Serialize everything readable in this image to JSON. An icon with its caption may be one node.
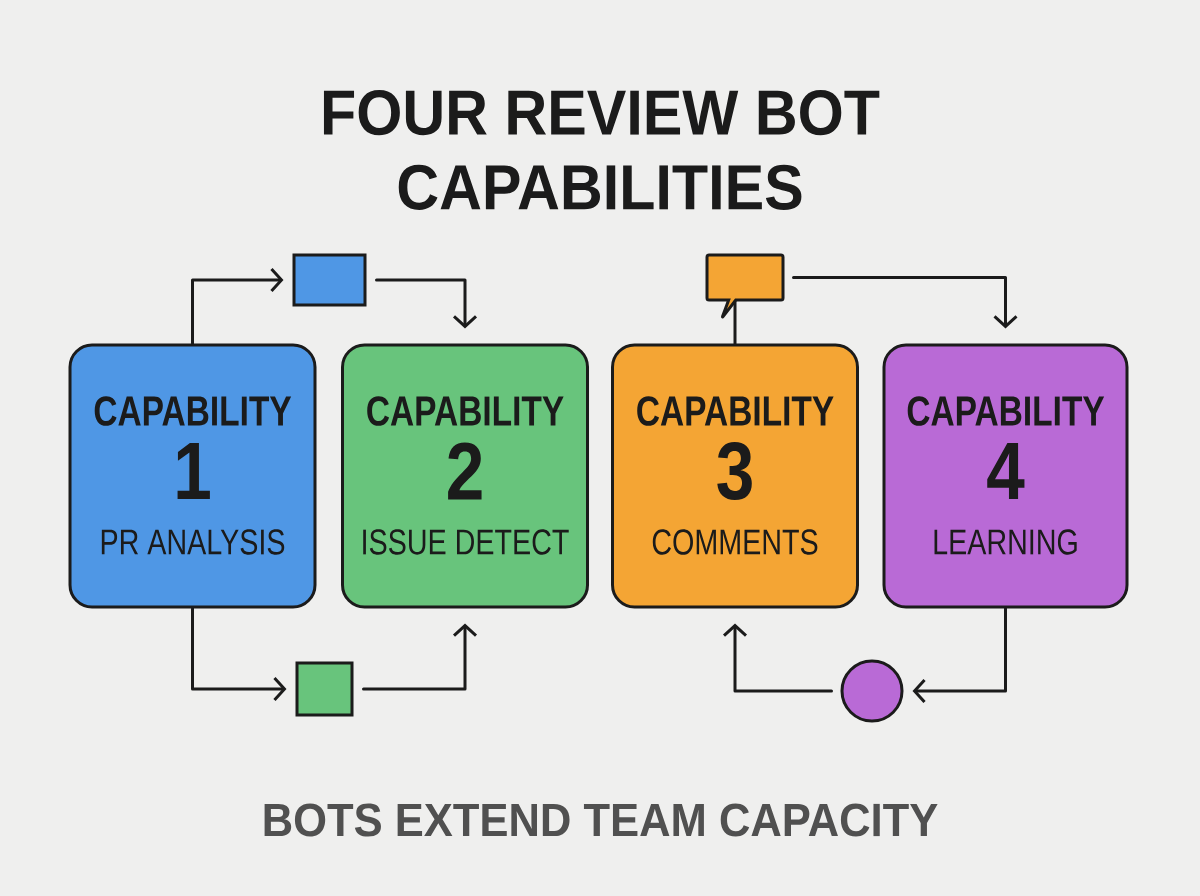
{
  "diagram": {
    "title": "FOUR REVIEW BOT CAPABILITIES",
    "caption": "BOTS EXTEND TEAM CAPACITY",
    "nodes": [
      {
        "text": [
          "CAPABILITY",
          "1",
          "PR ANALYSIS"
        ]
      },
      {
        "text": [
          "CAPABILITY",
          "2",
          "ISSUE DETECT"
        ]
      },
      {
        "text": [
          "CAPABILITY",
          "3",
          "COMMENTS"
        ]
      },
      {
        "text": [
          "CAPABILITY",
          "4",
          "LEARNING"
        ]
      },
      {
        "text": [],
        "shape": "box"
      },
      {
        "text": [],
        "shape": "box"
      },
      {
        "text": [],
        "shape": "bubble"
      },
      {
        "text": [],
        "shape": "circle"
      }
    ],
    "edges": [
      {
        "from": 0,
        "to": 4,
        "arrow": "to"
      },
      {
        "from": 4,
        "to": 1,
        "arrow": "to"
      },
      {
        "from": 0,
        "to": 5,
        "arrow": "to"
      },
      {
        "from": 5,
        "to": 1,
        "arrow": "to"
      },
      {
        "from": 2,
        "to": 6,
        "arrow": "none"
      },
      {
        "from": 6,
        "to": 3,
        "arrow": "to"
      },
      {
        "from": 3,
        "to": 7,
        "arrow": "to"
      },
      {
        "from": 7,
        "to": 2,
        "arrow": "to"
      }
    ]
  }
}
